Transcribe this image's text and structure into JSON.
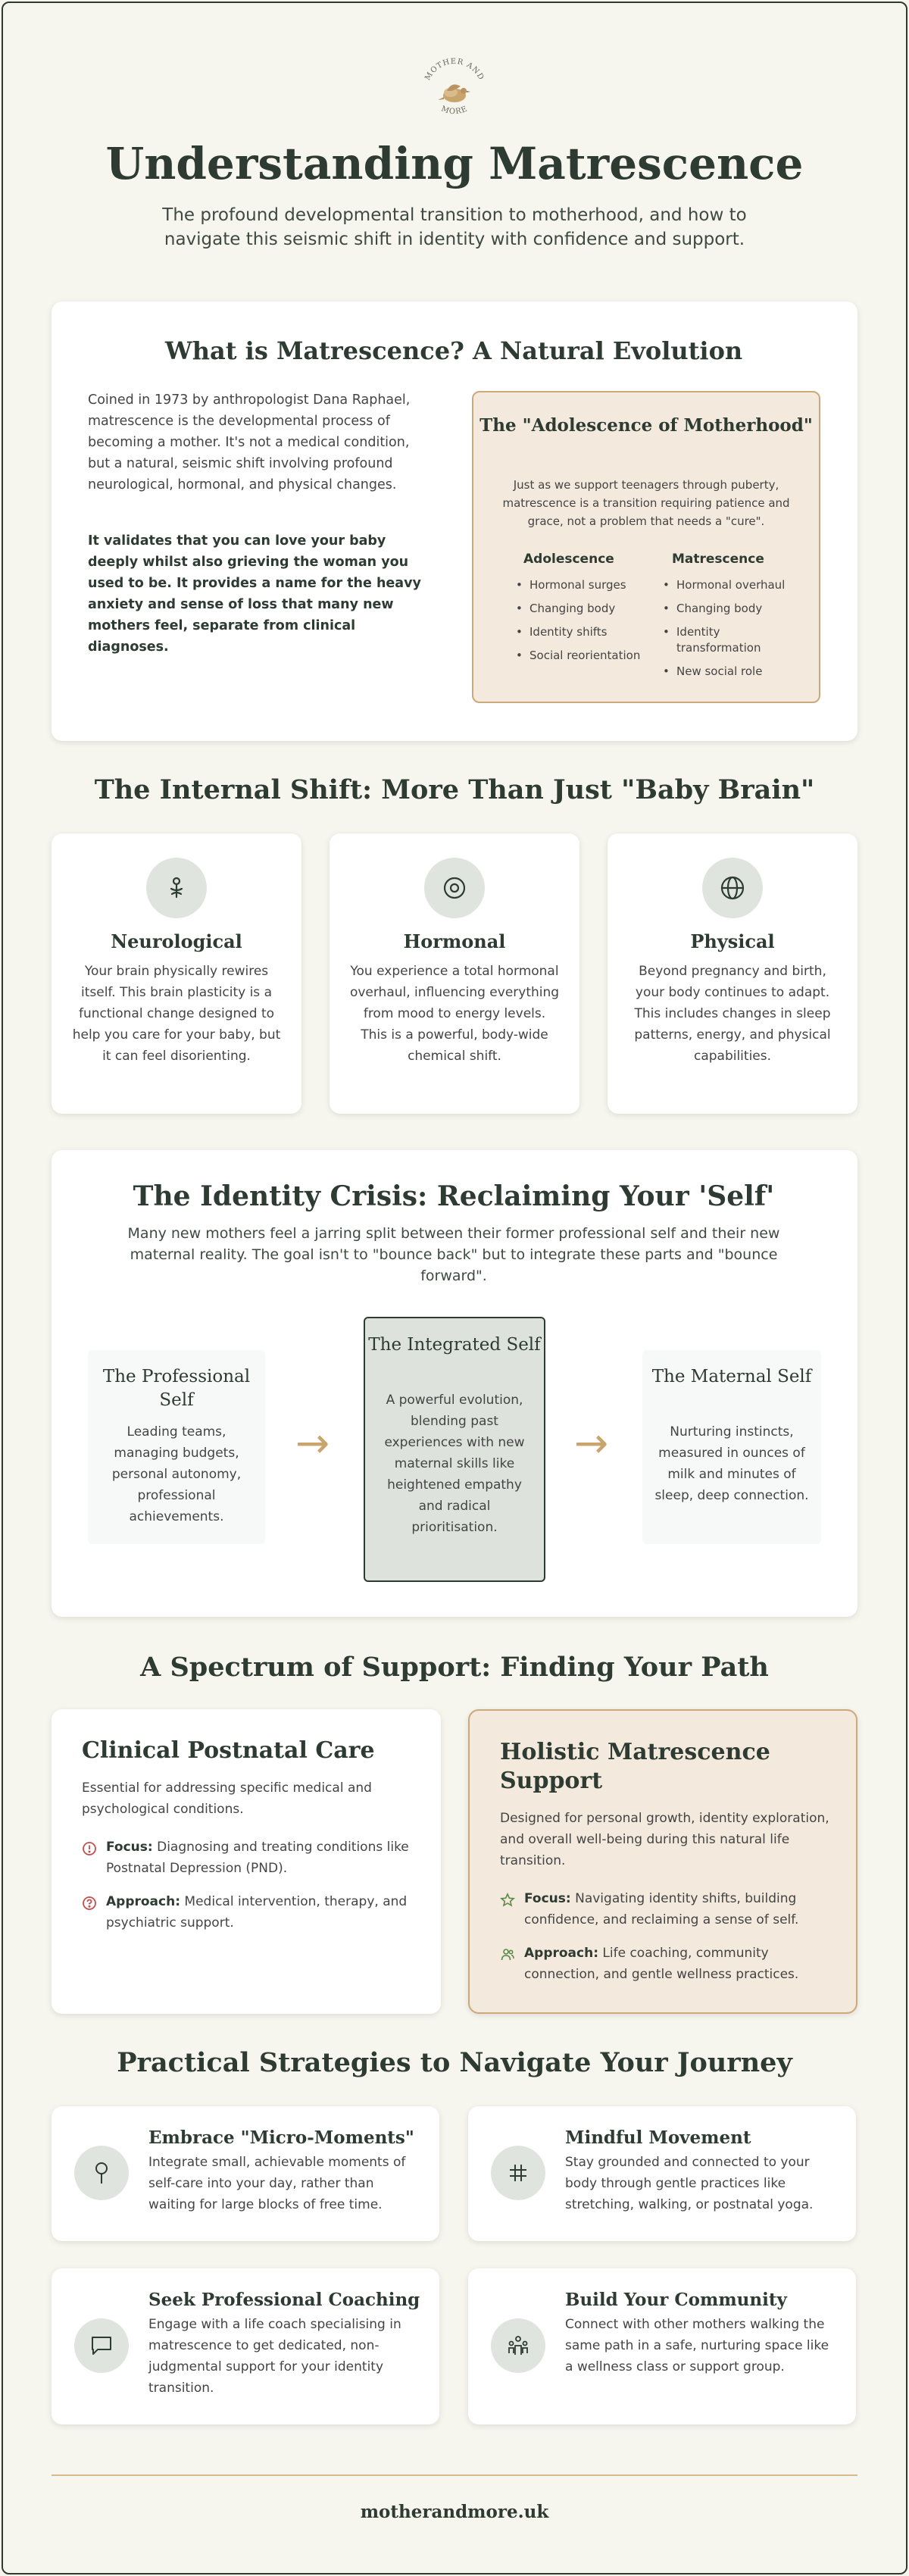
{
  "logo": {
    "text_top": "MOTHER AND",
    "text_bottom": "MORE",
    "icon": "bird-logo"
  },
  "header": {
    "title": "Understanding Matrescence",
    "subtitle": "The profound developmental transition to motherhood, and how to navigate this seismic shift in identity with confidence and support."
  },
  "what": {
    "title": "What is Matrescence? A Natural Evolution",
    "para1": "Coined in 1973 by anthropologist Dana Raphael, matrescence is the developmental process of becoming a mother. It's not a medical condition, but a natural, seismic shift involving profound neurological, hormonal, and physical changes.",
    "para2": "It validates that you can love your baby deeply whilst also grieving the woman you used to be. It provides a name for the heavy anxiety and sense of loss that many new mothers feel, separate from clinical diagnoses.",
    "box_title": "The \"Adolescence of Motherhood\"",
    "box_desc": "Just as we support teenagers through puberty, matrescence is a transition requiring patience and grace, not a problem that needs a \"cure\".",
    "col1_head": "Adolescence",
    "col1_items": [
      "Hormonal surges",
      "Changing body",
      "Identity shifts",
      "Social reorientation"
    ],
    "col2_head": "Matrescence",
    "col2_items": [
      "Hormonal overhaul",
      "Changing body",
      "Identity transformation",
      "New social role"
    ]
  },
  "shift": {
    "title": "The Internal Shift: More Than Just \"Baby Brain\"",
    "cards": [
      {
        "icon": "brain-icon",
        "title": "Neurological",
        "text": "Your brain physically rewires itself. This brain plasticity is a functional change designed to help you care for your baby, but it can feel disorienting."
      },
      {
        "icon": "target-icon",
        "title": "Hormonal",
        "text": "You experience a total hormonal overhaul, influencing everything from mood to energy levels. This is a powerful, body-wide chemical shift."
      },
      {
        "icon": "globe-icon",
        "title": "Physical",
        "text": "Beyond pregnancy and birth, your body continues to adapt. This includes changes in sleep patterns, energy, and physical capabilities."
      }
    ]
  },
  "identity": {
    "title": "The Identity Crisis: Reclaiming Your 'Self'",
    "intro": "Many new mothers feel a jarring split between their former professional self and their new maternal reality. The goal isn't to \"bounce back\" but to integrate these parts and \"bounce forward\".",
    "professional_title": "The Professional Self",
    "professional_text": "Leading teams, managing budgets, personal autonomy, professional achievements.",
    "integrated_title": "The Integrated Self",
    "integrated_text": "A powerful evolution, blending past experiences with new maternal skills like heightened empathy and radical prioritisation.",
    "maternal_title": "The Maternal Self",
    "maternal_text": "Nurturing instincts, measured in ounces of milk and minutes of sleep, deep connection.",
    "arrow": "→"
  },
  "support": {
    "title": "A Spectrum of Support: Finding Your Path",
    "clinical": {
      "title": "Clinical Postnatal Care",
      "text": "Essential for addressing specific medical and psychological conditions.",
      "focus_label": "Focus:",
      "focus_text": "Diagnosing and treating conditions like Postnatal Depression (PND).",
      "approach_label": "Approach:",
      "approach_text": "Medical intervention, therapy, and psychiatric support."
    },
    "holistic": {
      "title": "Holistic Matrescence Support",
      "text": "Designed for personal growth, identity exploration, and overall well-being during this natural life transition.",
      "focus_label": "Focus:",
      "focus_text": "Navigating identity shifts, building confidence, and reclaiming a sense of self.",
      "approach_label": "Approach:",
      "approach_text": "Life coaching, community connection, and gentle wellness practices."
    }
  },
  "strategies": {
    "title": "Practical Strategies to Navigate Your Journey",
    "items": [
      {
        "icon": "pin-icon",
        "title": "Embrace \"Micro-Moments\"",
        "text": "Integrate small, achievable moments of self-care into your day, rather than waiting for large blocks of free time."
      },
      {
        "icon": "grid-icon",
        "title": "Mindful Movement",
        "text": "Stay grounded and connected to your body through gentle practices like stretching, walking, or postnatal yoga."
      },
      {
        "icon": "chat-icon",
        "title": "Seek Professional Coaching",
        "text": "Engage with a life coach specialising in matrescence to get dedicated, non-judgmental support for your identity transition."
      },
      {
        "icon": "community-icon",
        "title": "Build Your Community",
        "text": "Connect with other mothers walking the same path in a safe, nurturing space like a wellness class or support group."
      }
    ]
  },
  "footer": {
    "text": "motherandmore.uk"
  },
  "colors": {
    "primary": "#2e3b32",
    "accent": "#c9a56d",
    "beige": "#f3e9dd",
    "background": "#f6f5ee",
    "danger": "#c0504d",
    "green": "#5a8a4a"
  }
}
